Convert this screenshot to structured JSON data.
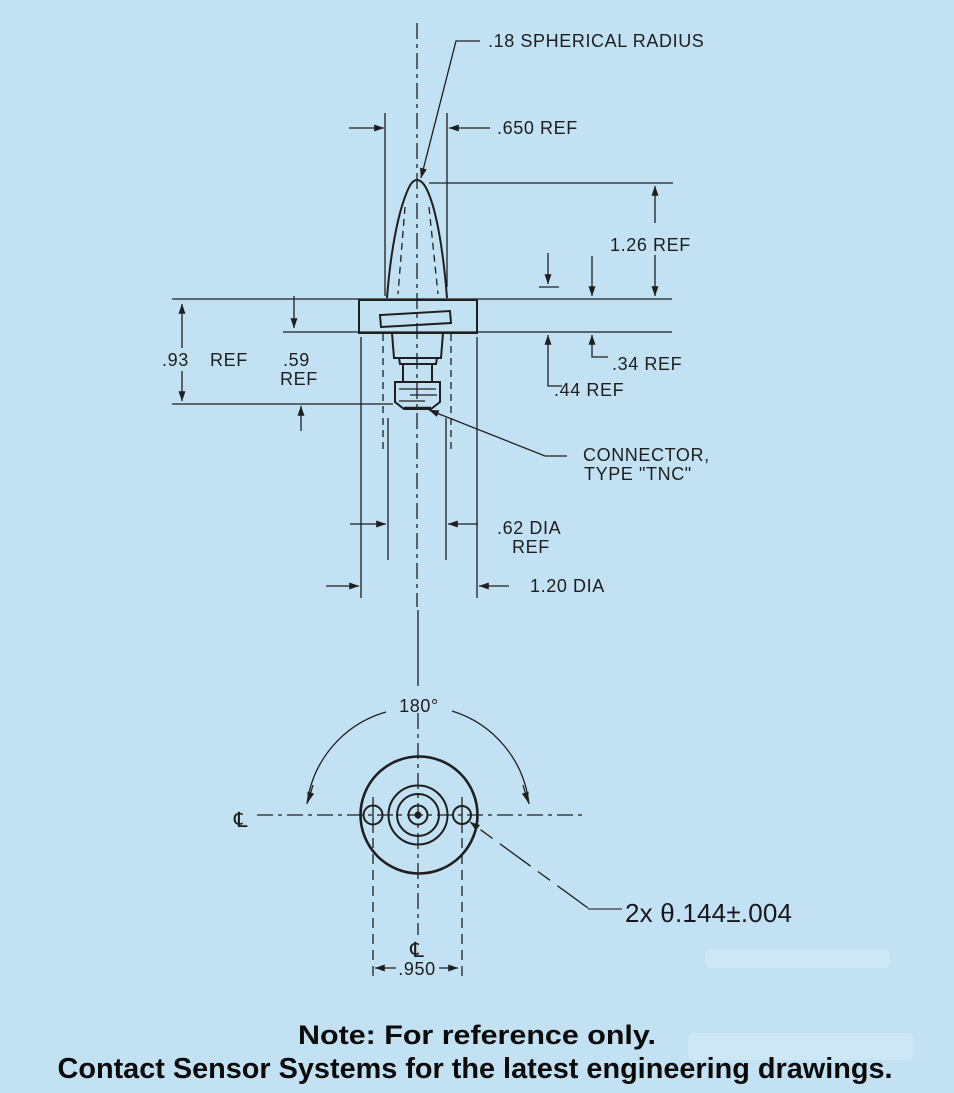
{
  "drawing": {
    "colors": {
      "background": "#c2e2f3",
      "ink": "#1f1f1f",
      "callout_gray": "#555555"
    },
    "side_view": {
      "spherical_radius_label": ".18 SPHERICAL RADIUS",
      "dome_width_label": ".650 REF",
      "height_label": "1.26 REF",
      "overall_height_value": ".93",
      "overall_height_unit": "REF",
      "lower_height_value": ".59",
      "lower_height_unit": "REF",
      "plate_thickness_label": ".34 REF",
      "boss_height_label": ".44 REF",
      "connector_label_line1": "CONNECTOR,",
      "connector_label_line2": "TYPE \"TNC\"",
      "connector_dia_value": ".62 DIA",
      "connector_dia_unit": "REF",
      "flange_dia_label": "1.20 DIA"
    },
    "bottom_view": {
      "angle_label": "180°",
      "centerline_symbol": "℄",
      "hole_callout": "2x θ.144±.004",
      "hole_spacing_label": ".950"
    },
    "note": {
      "line1": "Note:  For reference only.",
      "line2": "Contact Sensor Systems for the latest engineering drawings."
    }
  }
}
